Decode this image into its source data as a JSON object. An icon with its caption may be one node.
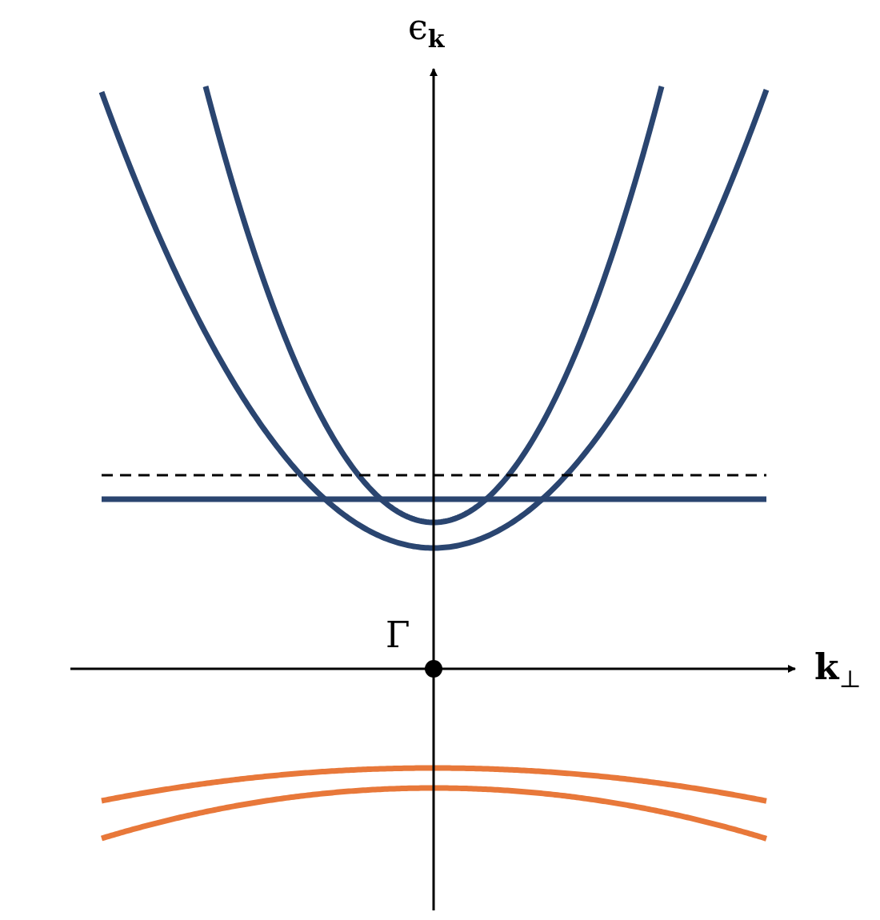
{
  "diagram": {
    "labels": [
      "ϵ$_{k}$",
      "Γ",
      "**k**$_{⊥}$"
    ]
  }
}
